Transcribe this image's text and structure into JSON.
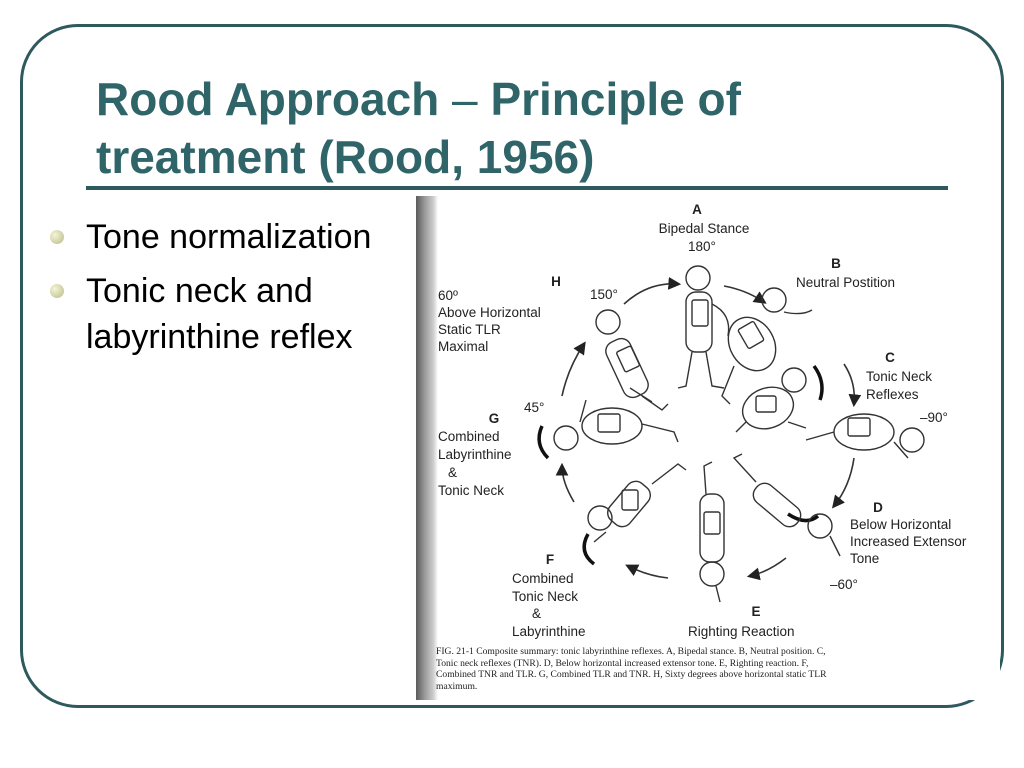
{
  "slide": {
    "title_part1": "Rood Approach",
    "title_dash": " – ",
    "title_part2": "Principle of treatment (Rood, 1956)",
    "bullets": [
      "Tone normalization",
      "Tonic neck and labyrinthine reflex"
    ]
  },
  "figure": {
    "labels": {
      "A_letter": "A",
      "A_line1": "Bipedal Stance",
      "A_line2": "180°",
      "B_letter": "B",
      "B_line1": "Neutral Postition",
      "C_letter": "C",
      "C_line1": "Tonic Neck",
      "C_line2": "Reflexes",
      "C_angle": "–90°",
      "D_letter": "D",
      "D_line1": "Below Horizontal",
      "D_line2": "Increased Extensor",
      "D_line3": "Tone",
      "D_angle": "–60°",
      "E_letter": "E",
      "E_line1": "Righting Reaction",
      "F_letter": "F",
      "F_line1": "Combined",
      "F_line2": "Tonic Neck",
      "F_line3": "&",
      "F_line4": "Labyrinthine",
      "G_letter": "G",
      "G_line1": "Combined",
      "G_line2": "Labyrinthine",
      "G_line3": "&",
      "G_line4": "Tonic Neck",
      "G_angle": "45°",
      "H_letter": "H",
      "H_angle": "150°",
      "H_line1": "60º",
      "H_line2": "Above Horizontal",
      "H_line3": "Static TLR",
      "H_line4": "Maximal"
    },
    "caption": "FIG. 21-1  Composite summary: tonic labyrinthine reflexes. A, Bipedal stance. B, Neutral position. C, Tonic neck reflexes (TNR). D, Below horizontal increased extensor tone. E, Righting reaction. F, Combined TNR and TLR. G, Combined TLR and TNR. H, Sixty degrees above horizontal static TLR maximum."
  },
  "colors": {
    "title": "#2f6468",
    "frame": "#2e5a5e"
  }
}
